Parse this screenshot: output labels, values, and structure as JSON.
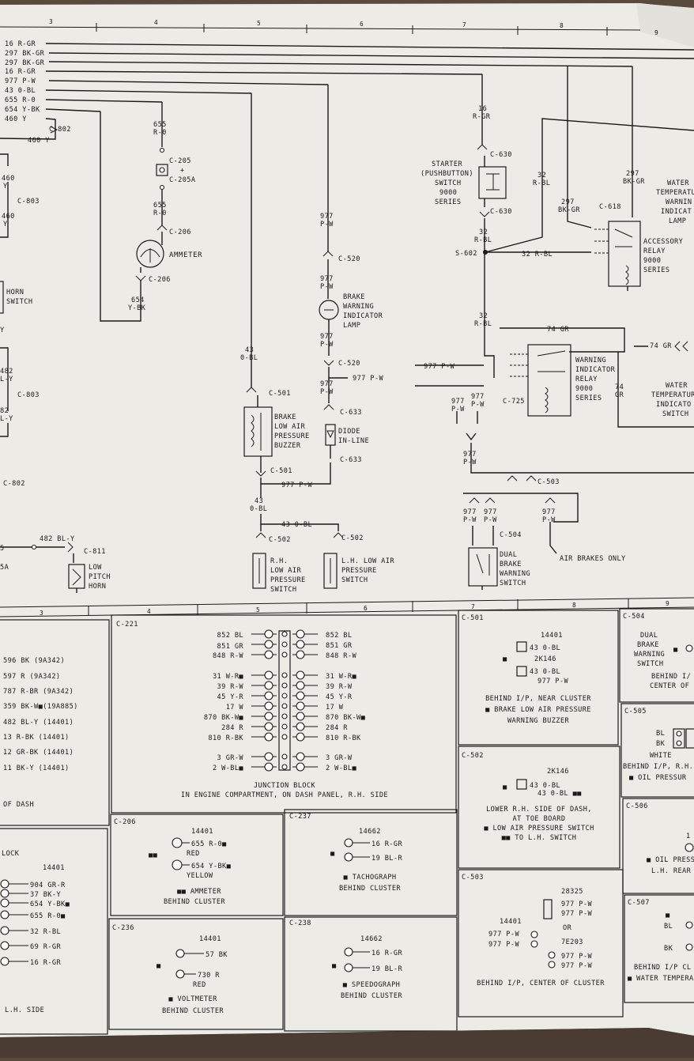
{
  "zones_top": [
    "3",
    "4",
    "5",
    "6",
    "7",
    "8",
    "9"
  ],
  "zones_mid": [
    "3",
    "4",
    "5",
    "6",
    "7",
    "8",
    "9"
  ],
  "bus_wires": [
    "16 R-GR",
    "297 BK-GR",
    "297 BK-GR",
    "16 R-GR",
    "977 P-W",
    "43 0-BL",
    "655 R-0",
    "654 Y-BK",
    "460 Y"
  ],
  "left_labels": {
    "c802_top": "C-802",
    "w460b": "460 Y",
    "w460c": "460",
    "w460c2": "Y",
    "c803a": "C-803",
    "w460d": "460",
    "w460d2": "Y",
    "horn_sw1": "HORN",
    "horn_sw2": "SWITCH",
    "y_small": "Y",
    "w482a": "482",
    "w482a2": "L-Y",
    "c803b": "C-803",
    "w482b": "82",
    "w482b2": "L-Y",
    "c802_bot": "C-802",
    "w482c": "482 BL-Y",
    "c811": "C-811",
    "low1": "LOW",
    "low2": "PITCH",
    "low3": "HORN",
    "n5": "5",
    "n5a": "5A"
  },
  "ammeter": {
    "w655a": "655",
    "w655a2": "R-0",
    "c205": "C-205",
    "c205b": "+",
    "c205a": "C-205A",
    "w655b": "655",
    "w655b2": "R-0",
    "c206a": "C-206",
    "label": "AMMETER",
    "c206b": "C-206",
    "w654": "654",
    "w654b": "Y-BK"
  },
  "brake": {
    "w43": "43",
    "w43b": "0-BL",
    "c501a": "C-501",
    "buzzer1": "BRAKE",
    "buzzer2": "LOW AIR",
    "buzzer3": "PRESSURE",
    "buzzer4": "BUZZER",
    "c501b": "C-501",
    "w977p": "977 P-W",
    "w43c": "43",
    "w43c2": "0-BL",
    "w43d": "43 0-BL",
    "c502a": "C-502",
    "c502b": "C-502",
    "rh1": "R.H.",
    "rh2": "LOW AIR",
    "rh3": "PRESSURE",
    "rh4": "SWITCH",
    "lh1": "L.H. LOW AIR",
    "lh2": "PRESSURE",
    "lh3": "SWITCH",
    "w977a": "977",
    "w977a2": "P-W",
    "c520a": "C-520",
    "w977b": "977",
    "w977b2": "P-W",
    "lamp1": "BRAKE",
    "lamp2": "WARNING",
    "lamp3": "INDICATOR",
    "lamp4": "LAMP",
    "w977c": "977",
    "w977c2": "P-W",
    "c520b": "C-520",
    "w977d": "977 P-W",
    "w977e": "977",
    "w977e2": "P-W",
    "c633a": "C-633",
    "diode1": "DIODE",
    "diode2": "IN-LINE",
    "c633b": "C-633"
  },
  "starter": {
    "w16": "16",
    "w16b": "R-GR",
    "c630a": "C-630",
    "s1": "STARTER",
    "s2": "(PUSHBUTTON)",
    "s3": "SWITCH",
    "s4": "9000",
    "s5": "SERIES",
    "c630b": "C-630",
    "w32": "32",
    "w32b": "R-BL",
    "s602": "S-602",
    "w32c": "32 R-BL",
    "w32d": "32",
    "w32d2": "R-BL",
    "w32e": "32",
    "w32e2": "R-BL",
    "w297a": "297",
    "w297a2": "BK-GR",
    "w297b": "297",
    "w297b2": "BK-GR",
    "c618": "C-618",
    "acc1": "ACCESSORY",
    "acc2": "RELAY",
    "acc3": "9000",
    "acc4": "SERIES",
    "water1": "WATER",
    "water2": "TEMPERATU",
    "water3": "WARNIN",
    "water4": "INDICAT",
    "water5": "LAMP",
    "w74": "74 GR",
    "wir1": "WARNING",
    "wir2": "INDICATOR",
    "wir3": "RELAY",
    "wir4": "9000",
    "wir5": "SERIES",
    "w74b": "74 GR",
    "w74c": "74",
    "w74c2": "GR",
    "ws1": "WATER",
    "ws2": "TEMPERATUR",
    "ws3": "INDICATO",
    "ws4": "SWITCH",
    "w977f": "977 P-W",
    "w977g": "977",
    "w977g2": "P-W",
    "w977h": "977",
    "w977h2": "P-W",
    "c725": "C-725",
    "w977i": "977",
    "w977i2": "P-W",
    "c503": "C-503",
    "w977j": "977",
    "w977j2": "P-W",
    "w977k": "977",
    "w977k2": "P-W",
    "w977l": "977",
    "w977l2": "P-W",
    "c504": "C-504",
    "dual1": "DUAL",
    "dual2": "BRAKE",
    "dual3": "WARNING",
    "dual4": "SWITCH",
    "air": "AIR BRAKES ONLY"
  },
  "panel_left_top": {
    "rows": [
      "596 BK (9A342)",
      "597 R (9A342)",
      "787 R-BR (9A342)",
      "359 BK-W■(19A885)",
      "482 BL-Y (14401)",
      "13 R-BK (14401)",
      "12 GR-BK (14401)",
      "11 BK-Y (14401)"
    ],
    "footer": "OF DASH"
  },
  "c221": {
    "id": "C-221",
    "left": [
      "852 BL",
      "851 GR",
      "848 R-W",
      "31 W-R■",
      "39 R-W",
      "45 Y-R",
      "17 W",
      "870 BK-W■",
      "284 R",
      "810 R-BK",
      "3 GR-W",
      "2 W-BL■"
    ],
    "right": [
      "852 BL",
      "851 GR",
      "848 R-W",
      "31 W-R■",
      "39 R-W",
      "45 Y-R",
      "17 W",
      "870 BK-W■",
      "284 R",
      "810 R-BK",
      "3 GR-W",
      "2 W-BL■"
    ],
    "caption1": "JUNCTION BLOCK",
    "caption2": "IN ENGINE COMPARTMENT, ON DASH PANEL, R.H. SIDE"
  },
  "c501box": {
    "id": "C-501",
    "part": "14401",
    "w1": "43 0-BL",
    "part2": "2K146",
    "w2": "43 0-BL",
    "w3": "977 P-W",
    "sq": "■",
    "cap1": "BEHIND I/P, NEAR CLUSTER",
    "cap2": "■ BRAKE LOW AIR PRESSURE",
    "cap3": "WARNING BUZZER"
  },
  "c504box": {
    "id": "C-504",
    "l1": "DUAL",
    "l2": "BRAKE",
    "l3": "WARNING",
    "l4": "SWITCH",
    "sq": "■",
    "c1": "BEHIND I/",
    "c2": "CENTER OF"
  },
  "c505box": {
    "id": "C-505",
    "bl": "BL",
    "bk": "BK",
    "white": "WHITE",
    "c1": "BEHIND I/P, R.H.",
    "c2": "■ OIL PRESSUR"
  },
  "c502box": {
    "id": "C-502",
    "part": "2K146",
    "w1": "43 0-BL",
    "w2": "43 0-BL ■■",
    "sq": "■",
    "cap1": "LOWER R.H. SIDE OF DASH,",
    "cap2": "AT TOE BOARD",
    "cap3": "■ LOW AIR PRESSURE SWITCH",
    "cap4": "■■ TO L.H. SWITCH"
  },
  "c506box": {
    "id": "C-506",
    "n1": "1",
    "c1": "■ OIL PRESSU",
    "c2": "L.H. REAR"
  },
  "block_left": {
    "title": "LOCK",
    "part": "14401",
    "rows": [
      "904 GR-R",
      "37 BK-Y",
      "654 Y-BK■",
      "655 R-0■",
      "32 R-BL",
      "69 R-GR",
      "16 R-GR"
    ],
    "footer": "L.H. SIDE"
  },
  "c206box": {
    "id": "C-206",
    "part": "14401",
    "w1": "655 R-0■",
    "red": "RED",
    "w2": "654 Y-BK■",
    "yellow": "YELLOW",
    "sq": "■■",
    "cap1": "■■ AMMETER",
    "cap2": "BEHIND CLUSTER"
  },
  "c237box": {
    "id": "C-237",
    "part": "14662",
    "w1": "16 R-GR",
    "w2": "19 BL-R",
    "sq": "■",
    "cap1": "■ TACHOGRAPH",
    "cap2": "BEHIND CLUSTER"
  },
  "c503box": {
    "id": "C-503",
    "part": "14401",
    "part2": "28325",
    "w1": "977 P-W",
    "w2": "977 P-W",
    "w3": "977 P-W",
    "w4": "977 P-W",
    "or": "OR",
    "part3": "7E203",
    "w5": "977 P-W",
    "w6": "977 P-W",
    "cap": "BEHIND I/P, CENTER OF CLUSTER"
  },
  "c507box": {
    "id": "C-507",
    "bl": "BL",
    "bk": "BK",
    "sq": "■",
    "c1": "BEHIND I/P CL",
    "c2": "■ WATER TEMPERA"
  },
  "c236box": {
    "id": "C-236",
    "part": "14401",
    "w1": "57 BK",
    "w2": "730 R",
    "red": "RED",
    "sq": "■",
    "cap1": "■ VOLTMETER",
    "cap2": "BEHIND CLUSTER"
  },
  "c238box": {
    "id": "C-238",
    "part": "14662",
    "w1": "16 R-GR",
    "w2": "19 BL-R",
    "sq": "■",
    "cap1": "■ SPEEDOGRAPH",
    "cap2": "BEHIND CLUSTER"
  }
}
